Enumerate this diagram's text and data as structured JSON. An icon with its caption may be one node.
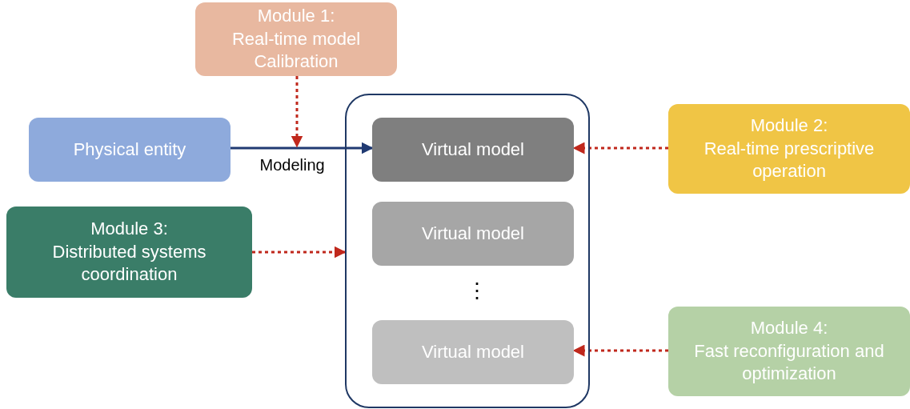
{
  "diagram": {
    "nodes": [
      {
        "text": [
          "Module 1:",
          "Real-time model Calibration"
        ]
      },
      {
        "text": [
          "Physical entity"
        ]
      },
      {
        "text": [],
        "shape": "box"
      },
      {
        "text": [
          "Virtual model"
        ],
        "in": 2
      },
      {
        "text": [
          "Virtual model"
        ],
        "in": 2
      },
      {
        "text": [
          "Virtual model"
        ],
        "in": 2
      },
      {
        "text": [
          "Module 2:",
          "Real-time prescriptive operation"
        ]
      },
      {
        "text": [
          "Module 3:",
          "Distributed systems coordination"
        ]
      },
      {
        "text": [
          "Module 4:",
          "Fast reconfiguration and optimization"
        ]
      }
    ],
    "edges": [
      {
        "from": 1,
        "to": 3,
        "arrow": "to",
        "label": "Modeling",
        "color": "#203a72"
      },
      {
        "from": 0,
        "to": null,
        "arrow": "to",
        "style": "dashed"
      },
      {
        "from": 6,
        "to": 3,
        "arrow": "to",
        "style": "dashed"
      },
      {
        "from": 7,
        "to": 2,
        "arrow": "to",
        "style": "dashed"
      },
      {
        "from": 8,
        "to": 5,
        "arrow": "to",
        "style": "dashed"
      }
    ],
    "labels": [
      "⋮"
    ]
  }
}
